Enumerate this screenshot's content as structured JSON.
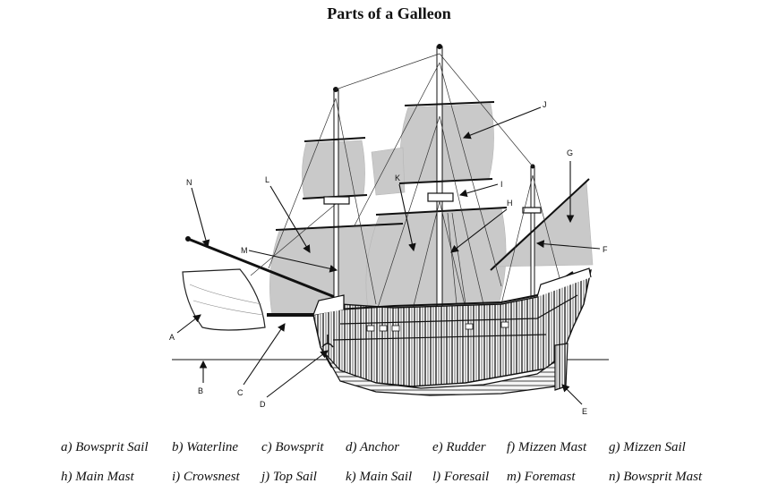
{
  "title": "Parts of a Galleon",
  "callouts": {
    "A": "A",
    "B": "B",
    "C": "C",
    "D": "D",
    "E": "E",
    "F": "F",
    "G": "G",
    "H": "H",
    "I": "I",
    "J": "J",
    "K": "K",
    "L": "L",
    "M": "M",
    "N": "N"
  },
  "legend": {
    "row1": [
      "a) Bowsprit Sail",
      "b) Waterline",
      "c) Bowsprit",
      "d) Anchor",
      "e) Rudder",
      "f) Mizzen Mast",
      "g) Mizzen Sail"
    ],
    "row2": [
      "h) Main Mast",
      "i) Crowsnest",
      "j) Top Sail",
      "k) Main Sail",
      "l) Foresail",
      "m) Foremast",
      "n) Bowsprit Mast"
    ]
  },
  "colors": {
    "sail": "#c9c9c9",
    "ink": "#111111"
  }
}
